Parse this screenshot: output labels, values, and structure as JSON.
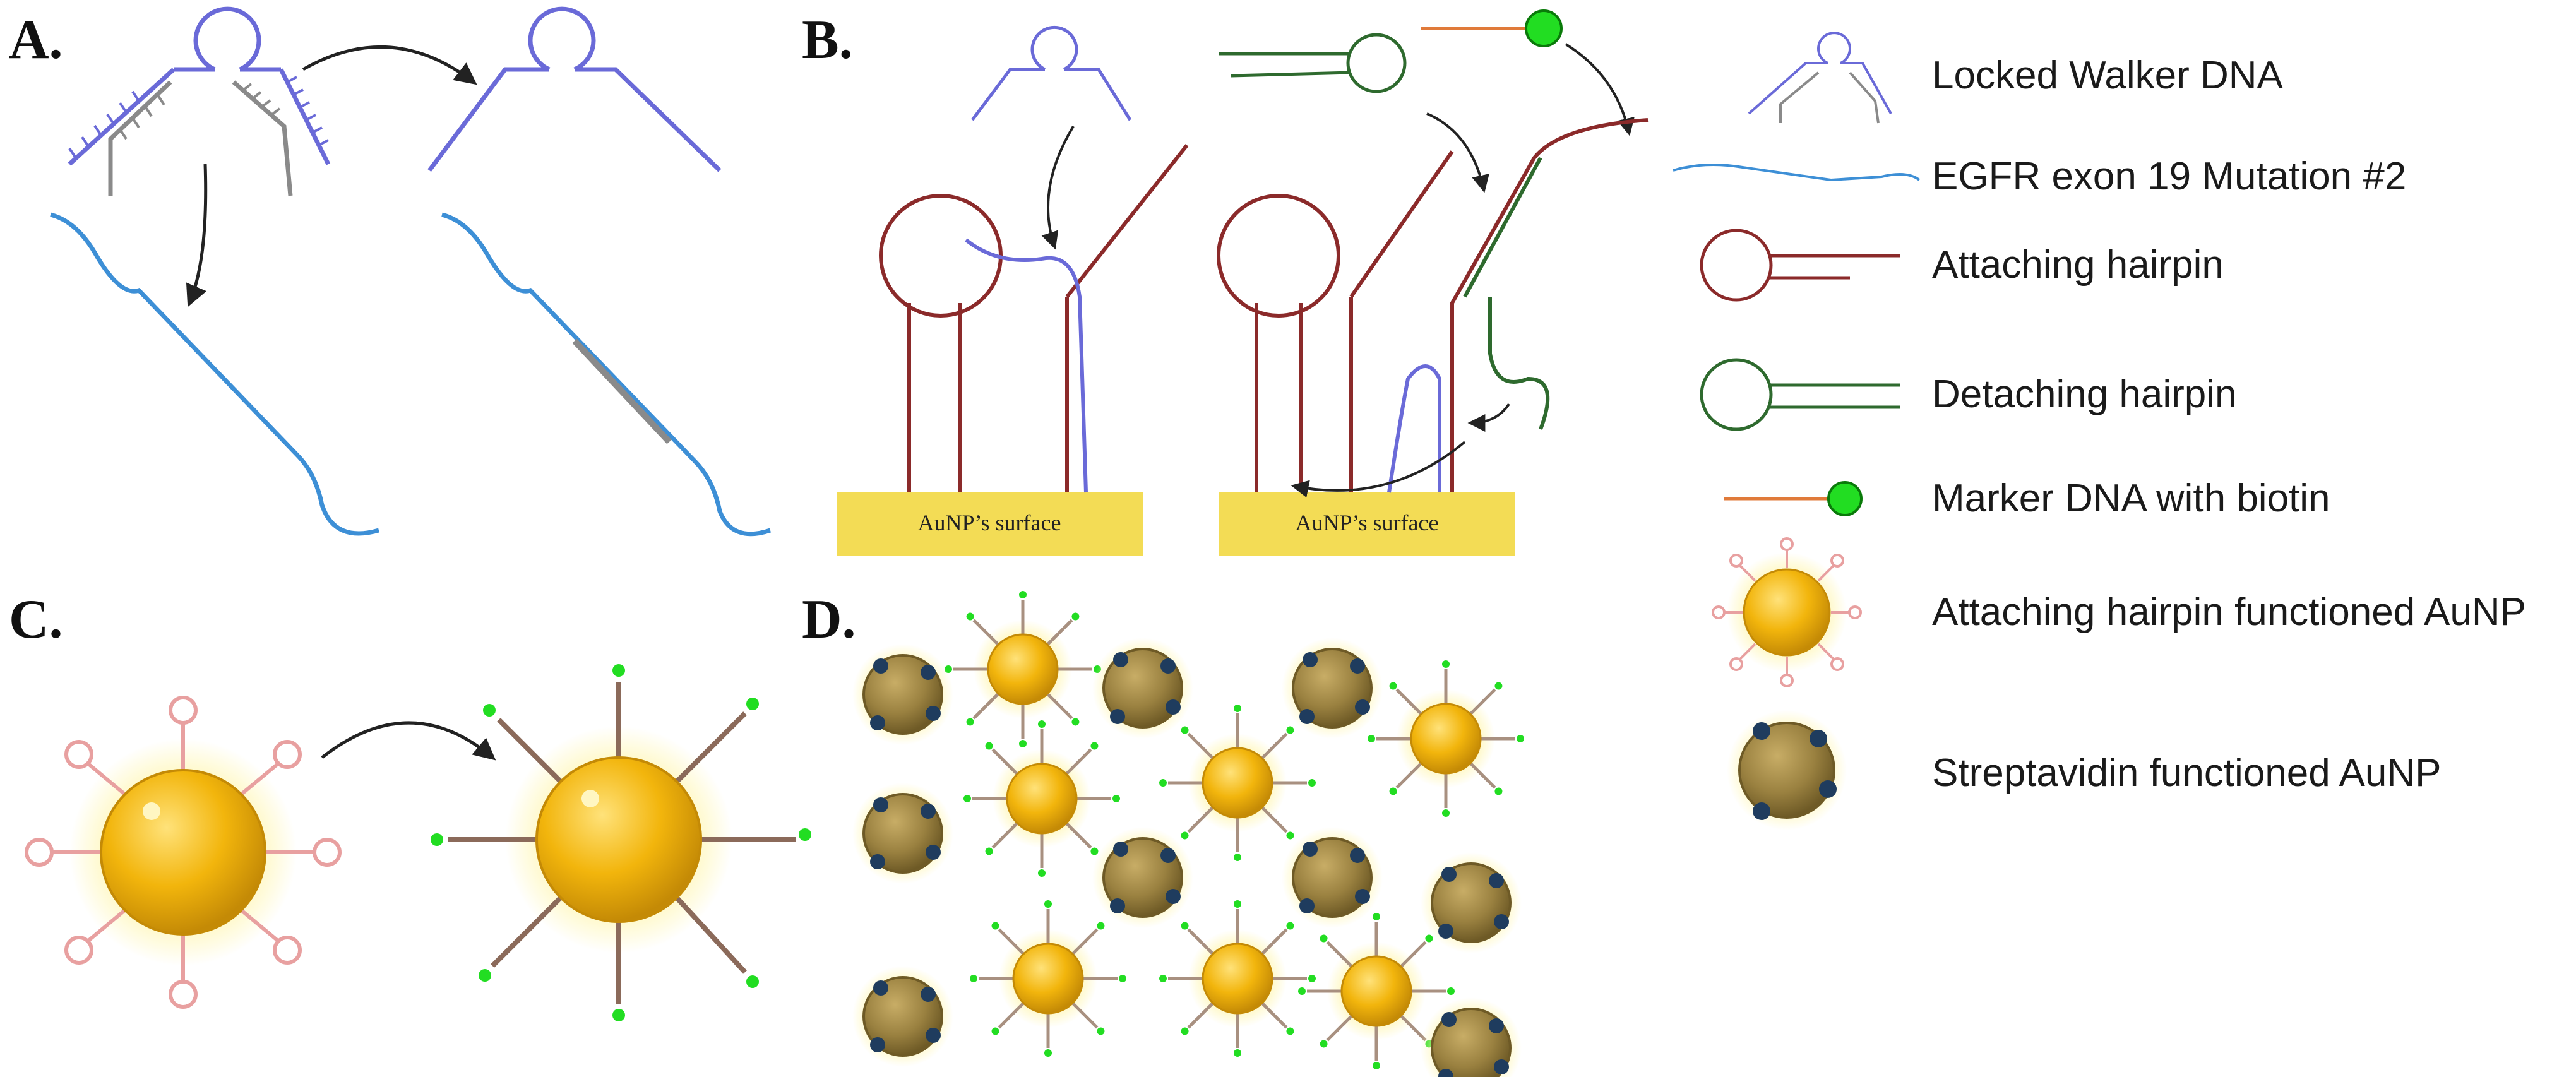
{
  "panels": {
    "a_label": "A.",
    "b_label": "B.",
    "c_label": "C.",
    "d_label": "D."
  },
  "surface_label": "AuNP’s surface",
  "legend": {
    "items": [
      {
        "icon": "locked-walker-dna-icon",
        "label": "Locked Walker DNA"
      },
      {
        "icon": "egfr-strand-icon",
        "label": "EGFR exon 19 Mutation #2"
      },
      {
        "icon": "attaching-hairpin-icon",
        "label": "Attaching hairpin"
      },
      {
        "icon": "detaching-hairpin-icon",
        "label": "Detaching hairpin"
      },
      {
        "icon": "marker-dna-icon",
        "label": "Marker DNA with biotin"
      },
      {
        "icon": "attaching-aunp-icon",
        "label": "Attaching hairpin functioned AuNP"
      },
      {
        "icon": "streptavidin-aunp-icon",
        "label": "Streptavidin functioned AuNP"
      }
    ]
  },
  "colors": {
    "walker": "#6a6ad8",
    "lock": "#8a8a8a",
    "egfr": "#3d8fd6",
    "attaching": "#8b2a2a",
    "detaching": "#2e6a2e",
    "marker": "#e07a3a",
    "biotin": "#22dd22",
    "gold": "#f2b50c",
    "gold_dark": "#c48a06",
    "strep": "#9a8140",
    "strep_cap": "#1f3c5e",
    "surface": "#f3dc55"
  }
}
